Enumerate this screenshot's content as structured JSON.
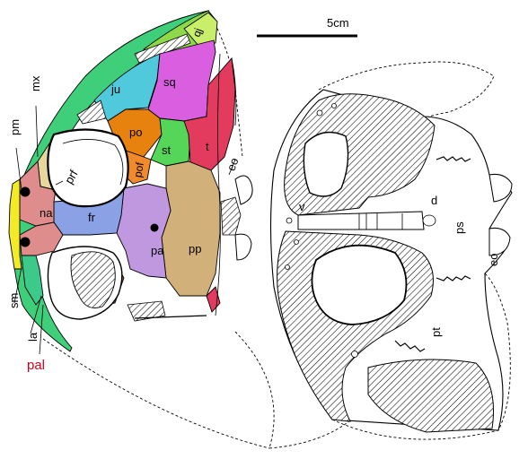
{
  "scale_bar": {
    "label": "5cm"
  },
  "dorsal_labels": {
    "ju": "ju",
    "sq": "sq",
    "qj": "qj",
    "po": "po",
    "st": "st",
    "t": "t",
    "eo": "eo",
    "pof": "pof",
    "prf": "prf",
    "na": "na",
    "fr": "fr",
    "pa": "pa",
    "pp": "pp",
    "pm": "pm",
    "mx": "mx",
    "sm": "sm",
    "la": "la",
    "pal": "pal"
  },
  "ventral_labels": {
    "v": "v",
    "d": "d",
    "ps": "ps",
    "eo": "eo",
    "pt": "pt"
  },
  "colors": {
    "mx": "#3fcf7a",
    "ju": "#4fc9db",
    "sq": "#d95fe0",
    "qj": "#8ed94a",
    "qj_light": "#c9ef6a",
    "po": "#e8820f",
    "st": "#55d658",
    "t": "#e23b5e",
    "pof": "#f08a2a",
    "prf": "#e8d79a",
    "na": "#df8c8c",
    "fr": "#8aa1e6",
    "pa": "#c098e0",
    "pp": "#d2b07a",
    "pm": "#f3ea28",
    "la": "#3dc989",
    "pal": "#b5693b",
    "label_red": "#d0021b"
  }
}
